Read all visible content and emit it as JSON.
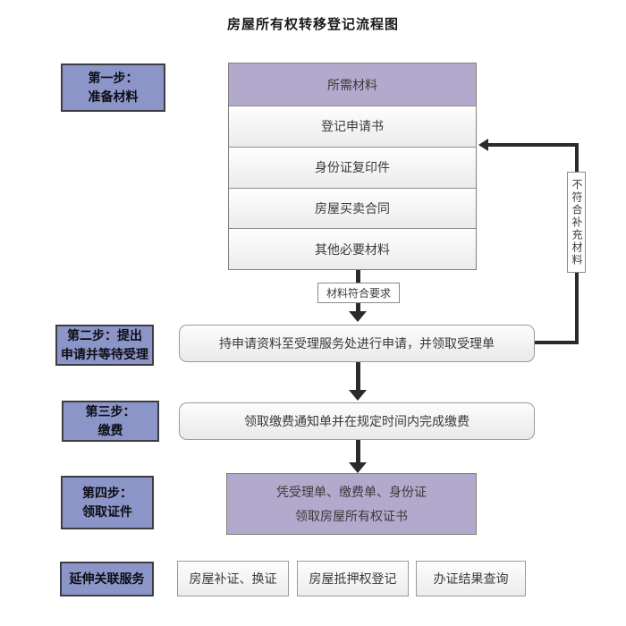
{
  "title": "房屋所有权转移登记流程图",
  "left_steps": [
    {
      "line1": "第一步：",
      "line2": "准备材料"
    },
    {
      "line1": "第二步：提出",
      "line2": "申请并等待受理"
    },
    {
      "line1": "第三步：",
      "line2": "缴费"
    },
    {
      "line1": "第四步：",
      "line2": "领取证件"
    }
  ],
  "services_label": "延伸关联服务",
  "materials": {
    "header": "所需材料",
    "items": [
      "登记申请书",
      "身份证复印件",
      "房屋买卖合同",
      "其他必要材料"
    ]
  },
  "flow_labels": {
    "materials_ok": "材料符合要求",
    "materials_not_ok": "不符合补充材料"
  },
  "process_boxes": {
    "apply": "持申请资料至受理服务处进行申请，并领取受理单",
    "pay": "领取缴费通知单并在规定时间内完成缴费",
    "receive": {
      "line1": "凭受理单、缴费单、身份证",
      "line2": "领取房屋所有权证书"
    }
  },
  "extended_services": [
    "房屋补证、换证",
    "房屋抵押权登记",
    "办证结果查询"
  ],
  "colors": {
    "step_fill": "#8b95c7",
    "accent_fill": "#b3a9cd",
    "line": "#2b2b2b"
  }
}
